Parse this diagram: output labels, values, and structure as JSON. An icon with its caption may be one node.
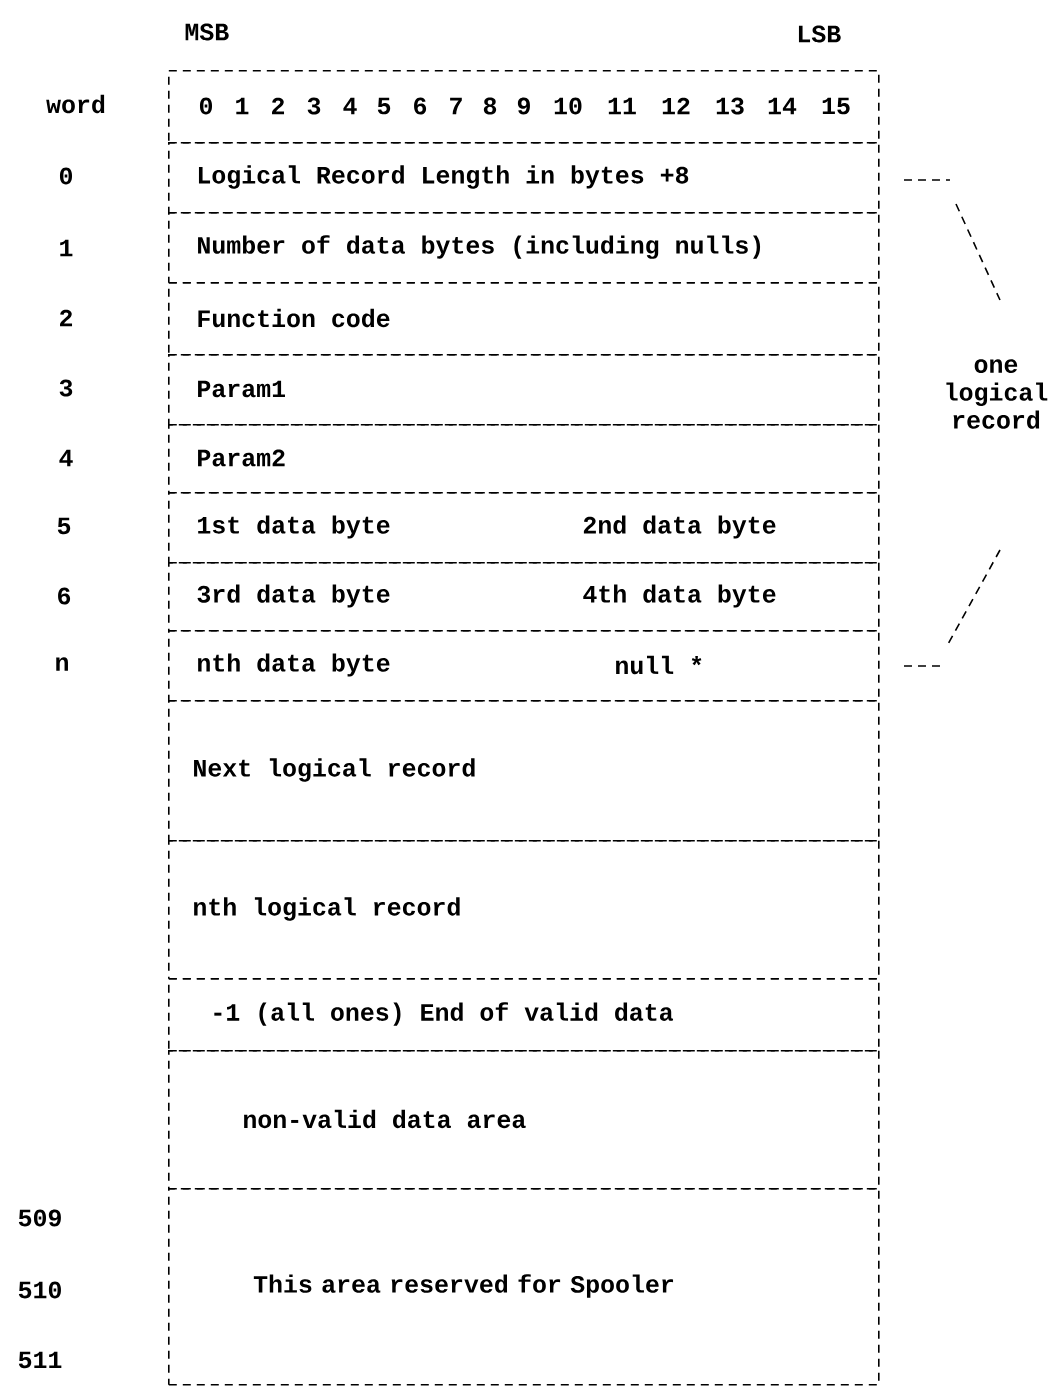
{
  "diagram": {
    "nodes": [
      {
        "text": [
          "0",
          "1",
          "2",
          "3",
          "4",
          "5",
          "6",
          "7",
          "8",
          "9",
          "10",
          "11",
          "12",
          "13",
          "14",
          "15"
        ]
      },
      {
        "text": [
          "Logical Record Length in bytes +8"
        ]
      },
      {
        "text": [
          "Number of data bytes (including nulls)"
        ]
      },
      {
        "text": [
          "Function code"
        ]
      },
      {
        "text": [
          "Param1"
        ]
      },
      {
        "text": [
          "Param2"
        ]
      },
      {
        "text": [
          "1st data byte",
          "2nd data byte"
        ]
      },
      {
        "text": [
          "3rd data byte",
          "4th data byte"
        ]
      },
      {
        "text": [
          "nth data byte",
          "null *"
        ]
      },
      {
        "text": [
          "Next logical record"
        ]
      },
      {
        "text": [
          "nth  logical record"
        ]
      },
      {
        "text": [
          "-1 (all ones) End of valid data"
        ]
      },
      {
        "text": [
          "non-valid data area"
        ]
      },
      {
        "text": [
          "This area reserved for Spooler"
        ]
      }
    ],
    "labels": [
      "MSB",
      "LSB",
      "word",
      "0",
      "1",
      "2",
      "3",
      "4",
      "5",
      "6",
      "n",
      "one logical record",
      "509",
      "510",
      "511"
    ]
  }
}
